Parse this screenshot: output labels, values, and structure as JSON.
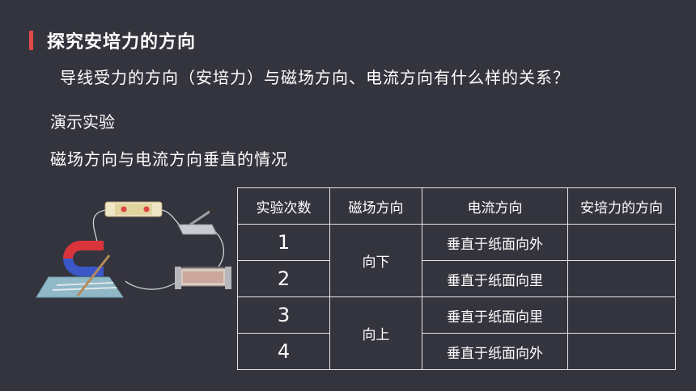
{
  "page": {
    "title": "探究安培力的方向",
    "question": "导线受力的方向（安培力）与磁场方向、电流方向有什么样的关系？",
    "subtitle_demo": "演示实验",
    "subtitle_case": "磁场方向与电流方向垂直的情况"
  },
  "colors": {
    "background": "#34343e",
    "accent": "#e0484b",
    "text": "#ffffff"
  },
  "table": {
    "headers": [
      "实验次数",
      "磁场方向",
      "电流方向",
      "安培力的方向"
    ],
    "rows": [
      {
        "trial": "1",
        "field": "向下",
        "current": "垂直于纸面向外",
        "force": ""
      },
      {
        "trial": "2",
        "field": "向下",
        "current": "垂直于纸面向里",
        "force": ""
      },
      {
        "trial": "3",
        "field": "向上",
        "current": "垂直于纸面向里",
        "force": ""
      },
      {
        "trial": "4",
        "field": "向上",
        "current": "垂直于纸面向外",
        "force": ""
      }
    ]
  },
  "apparatus": {
    "description_icon": "magnet-circuit-icon"
  }
}
